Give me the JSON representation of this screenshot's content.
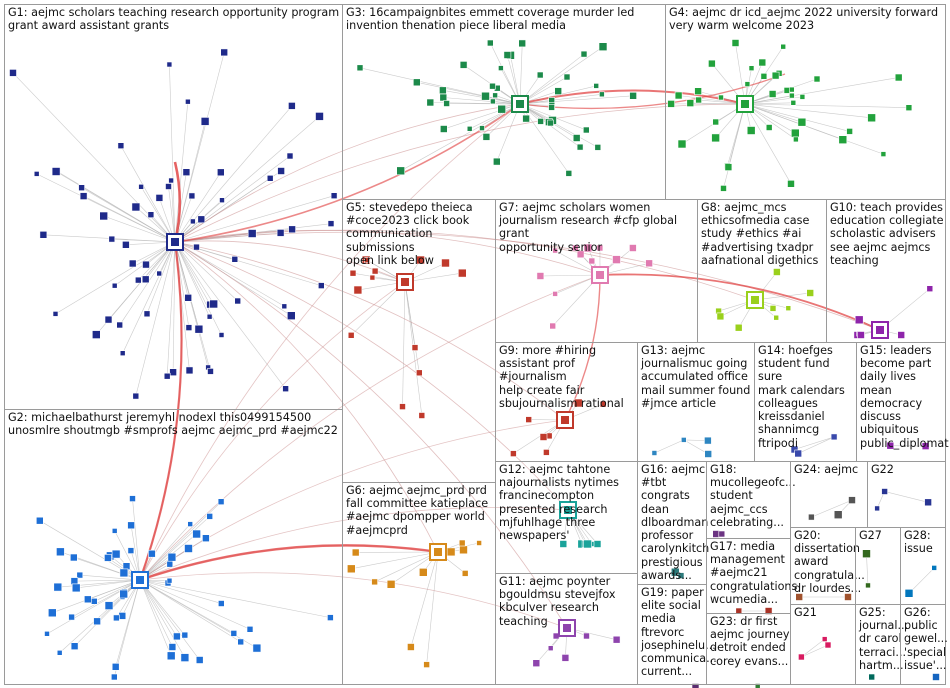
{
  "groups": [
    {
      "id": "g1",
      "label": "G1: aejmc scholars teaching research opportunity program\ngrant award assistant grants"
    },
    {
      "id": "g2",
      "label": "G2: michaelbathurst jeremyhl nodexl this0499154500\nunosmlre shoutmgb #smprofs aejmc aejmc_prd #aejmc22"
    },
    {
      "id": "g3",
      "label": "G3: 16campaignbites emmett coverage murder led\ninvention thenation piece liberal media"
    },
    {
      "id": "g4",
      "label": "G4: aejmc dr icd_aejmc 2022 university forward\nvery warm welcome 2023"
    },
    {
      "id": "g5",
      "label": "G5: stevedepo theieca\n#coce2023 click book\ncommunication submissions\nopen link below"
    },
    {
      "id": "g6",
      "label": "G6: aejmc aejmc_prd prd\nfall committee katieplace\n#aejmc dpompper world\n#aejmcprd"
    },
    {
      "id": "g7",
      "label": "G7: aejmc scholars women\njournalism research #cfp global grant\nopportunity senior"
    },
    {
      "id": "g8",
      "label": "G8: aejmc_mcs\nethicsofmedia case\nstudy #ethics #ai\n#advertising txadpr\naafnational digethics"
    },
    {
      "id": "g9",
      "label": "G9: more #hiring\nassistant prof #journalism\nhelp create fair\nsbujournalism rational"
    },
    {
      "id": "g10",
      "label": "G10: teach provides\neducation collegiate\nscholastic advisers\nsee aejmc aejmcs\nteaching"
    },
    {
      "id": "g11",
      "label": "G11: aejmc poynter\nbgouldmsu stevejfox\nkbculver research\nteaching"
    },
    {
      "id": "g12",
      "label": "G12: aejmc tahtone\nnajournalists nytimes\nfrancinecompton\npresented research\nmjfuhlhage three\nnewspapers'"
    },
    {
      "id": "g13",
      "label": "G13: aejmc\njournalismuc going\naccumulated office\nmail summer found\n#jmce article"
    },
    {
      "id": "g14",
      "label": "G14: hoefges\nstudent fund sure\nmark calendars\ncolleagues\nkreissdaniel\nshannimcg ftripodi"
    },
    {
      "id": "g15",
      "label": "G15: leaders\nbecome part\ndaily lives mean\ndemocracy\ndiscuss\nubiquitous\npublic_diplomat"
    },
    {
      "id": "g16",
      "label": "G16: aejmc\n#tbt congrats\ndean\ndlboardman\nprofessor\ncarolynkitch\nprestigious\nawards..."
    },
    {
      "id": "g17",
      "label": "G17: media\nmanagement\n#aejmc21\ncongratulations\nwcumedia..."
    },
    {
      "id": "g18",
      "label": "G18:\nmucollegeofc...\nstudent\naejmc_ccs\ncelebrating..."
    },
    {
      "id": "g19",
      "label": "G19: paper\nelite social\nmedia\nftrevorc\njosephinelu...\ncommunica...\ncurrent..."
    },
    {
      "id": "g20",
      "label": "G20:\ndissertation\naward\ncongratula...\ndr lourdes..."
    },
    {
      "id": "g21",
      "label": "G21"
    },
    {
      "id": "g22",
      "label": "G22"
    },
    {
      "id": "g23",
      "label": "G23: dr first\naejmc journey\ndetroit ended\ncorey evans..."
    },
    {
      "id": "g24",
      "label": "G24: aejmc"
    },
    {
      "id": "g25",
      "label": "G25:\njournal...\ndr carol\nterraci...\nhartm..."
    },
    {
      "id": "g26",
      "label": "G26:\npublic\ngewel...\n'special\nissue'..."
    },
    {
      "id": "g27",
      "label": "G27"
    },
    {
      "id": "g28",
      "label": "G28:\nissue"
    }
  ],
  "colors": {
    "g1": "#1f2a8a",
    "g2": "#1e6fd6",
    "g3": "#1c8a4a",
    "g4": "#22a23c",
    "g5": "#c0392b",
    "g6": "#d68a1a",
    "g7": "#e07ab0",
    "g8": "#9ad01c",
    "g9": "#c0392b",
    "g10": "#8e24aa",
    "g11": "#8e44ad",
    "g12": "#1aa39a",
    "g13": "#2e86c1",
    "g14": "#3949ab",
    "g15": "#8e24aa",
    "g16": "#2c7a7b",
    "g17": "#a93226",
    "g18": "#6c3483",
    "g19": "#5b2c6f",
    "g20": "#a0522d",
    "g21": "#d81b60",
    "g22": "#283593",
    "g23": "#2e7d32",
    "g24": "#555555",
    "g25": "#00695c",
    "g26": "#1565c0",
    "g27": "#33691e",
    "g28": "#0277bd",
    "edge_strong": "#e03b3b",
    "edge_light": "#c98a8a",
    "edge_gray": "#b5b5b5",
    "border": "#9a9a9a"
  }
}
